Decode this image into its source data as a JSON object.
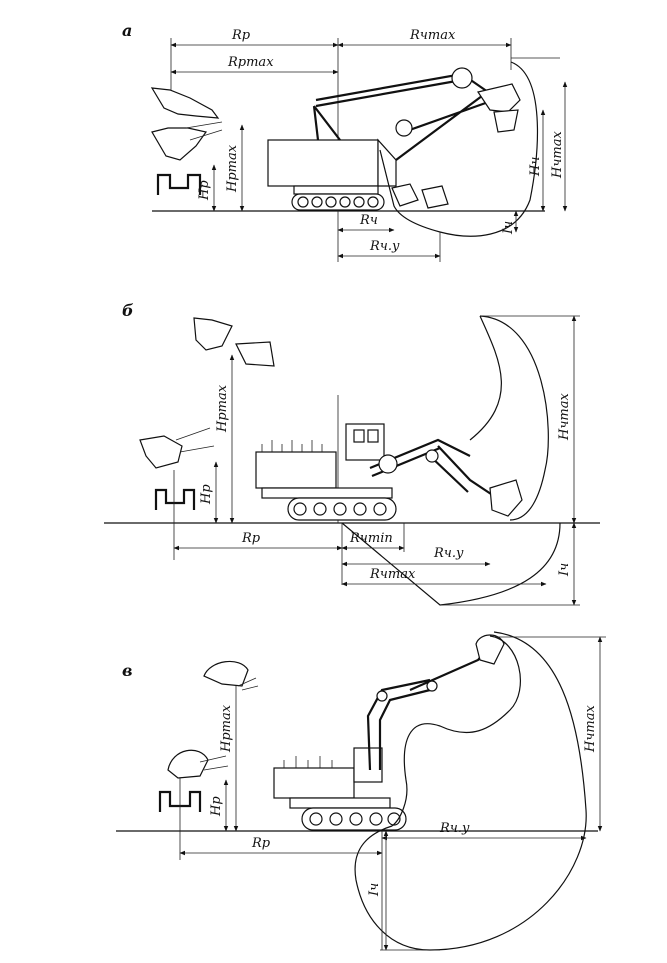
{
  "panels": {
    "a": {
      "letter": "а",
      "labels": {
        "Rp": "Rр",
        "Rchmax": "Rчmax",
        "Rpmax": "Rрmax",
        "Hp": "Hр",
        "Hpmax": "Hрmax",
        "Hch": "Hч",
        "Hchmax": "Hчmax",
        "Rch": "Rч",
        "Rchu": "Rч.у",
        "Ich": "Iч"
      }
    },
    "b": {
      "letter": "б",
      "labels": {
        "Hpmax": "Hрmax",
        "Hp": "Hр",
        "Rp": "Rр",
        "Rchmin": "Rчmin",
        "Rchu": "Rч.у",
        "Rchmax": "Rчmax",
        "Hchmax": "Hчmax",
        "Ich": "Iч"
      }
    },
    "v": {
      "letter": "в",
      "labels": {
        "Hpmax": "Hрmax",
        "Hp": "Hр",
        "Rp": "Rр",
        "Rchu": "Rч.у",
        "Hchmax": "Hчmax",
        "Ich": "Iч"
      }
    }
  }
}
